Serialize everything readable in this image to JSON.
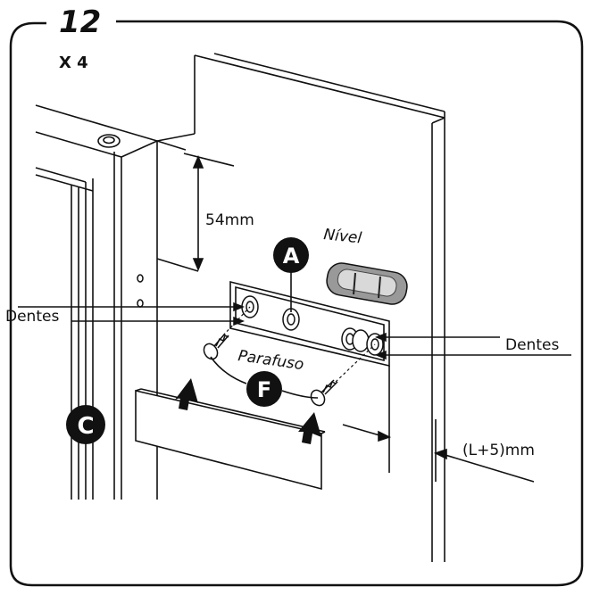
{
  "step": {
    "number": "12",
    "quantity": "X 4"
  },
  "labels": {
    "height_dimension": "54mm",
    "level_tool": "Nível",
    "teeth_left": "Dentes",
    "teeth_right": "Dentes",
    "screw": "Parafuso",
    "offset_dimension": "(L+5)mm"
  },
  "callouts": {
    "a": "A",
    "f": "F",
    "c": "C"
  }
}
